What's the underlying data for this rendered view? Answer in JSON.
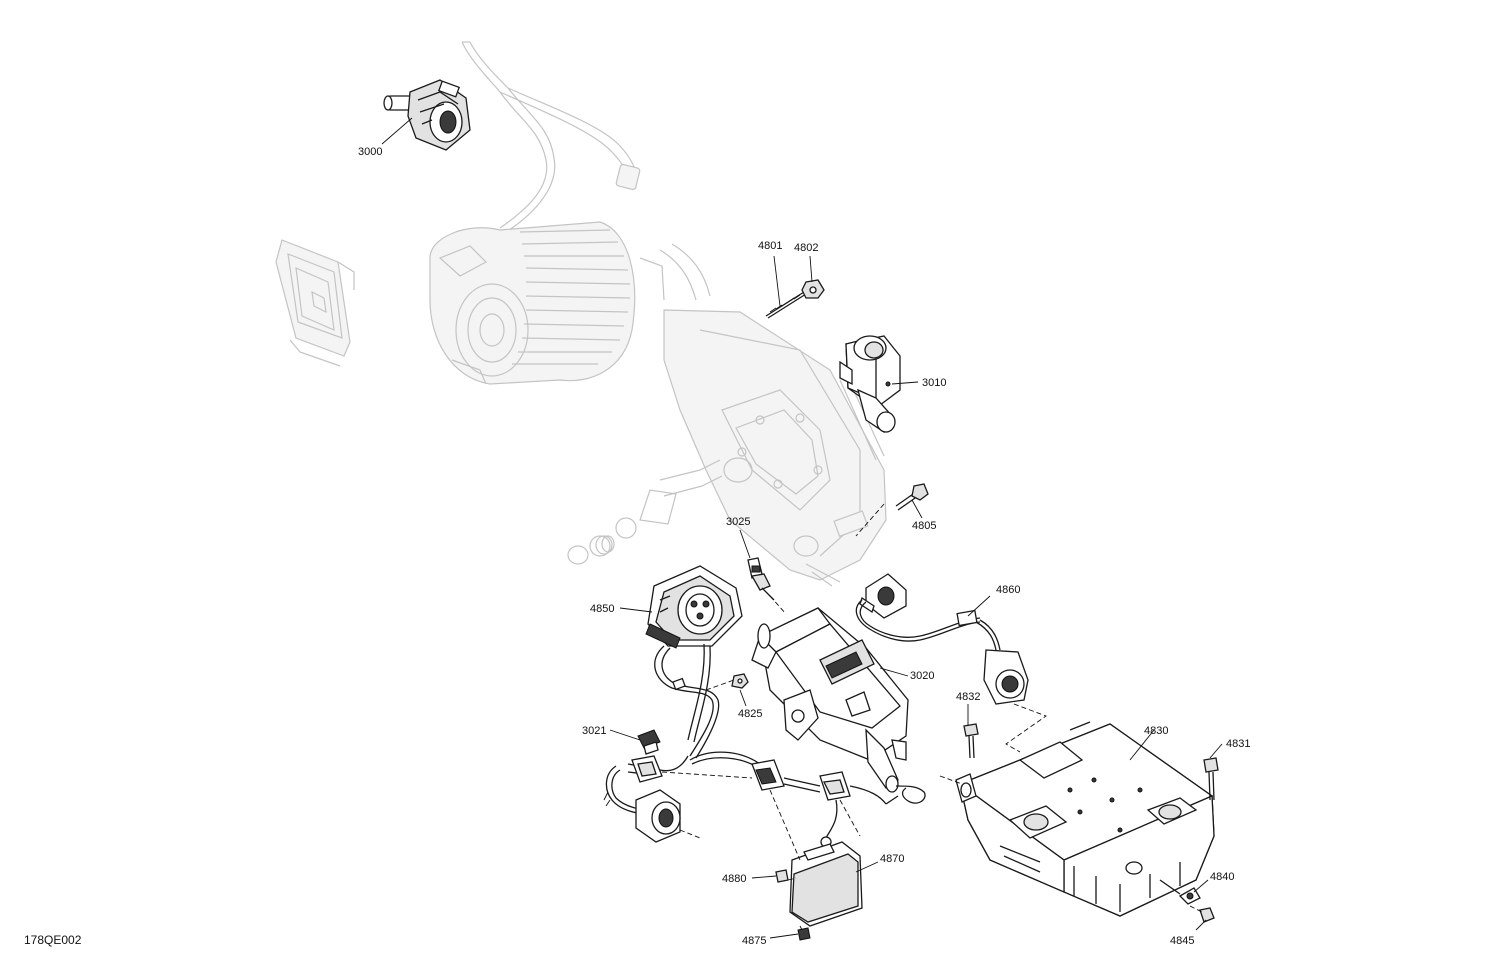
{
  "figure_ref": "178QE002",
  "callouts": {
    "c3000": "3000",
    "c3010": "3010",
    "c3020": "3020",
    "c3021": "3021",
    "c3025": "3025",
    "c4801": "4801",
    "c4802": "4802",
    "c4805": "4805",
    "c4825": "4825",
    "c4830": "4830",
    "c4831": "4831",
    "c4832": "4832",
    "c4840": "4840",
    "c4845": "4845",
    "c4850": "4850",
    "c4860": "4860",
    "c4870": "4870",
    "c4875": "4875",
    "c4880": "4880"
  }
}
